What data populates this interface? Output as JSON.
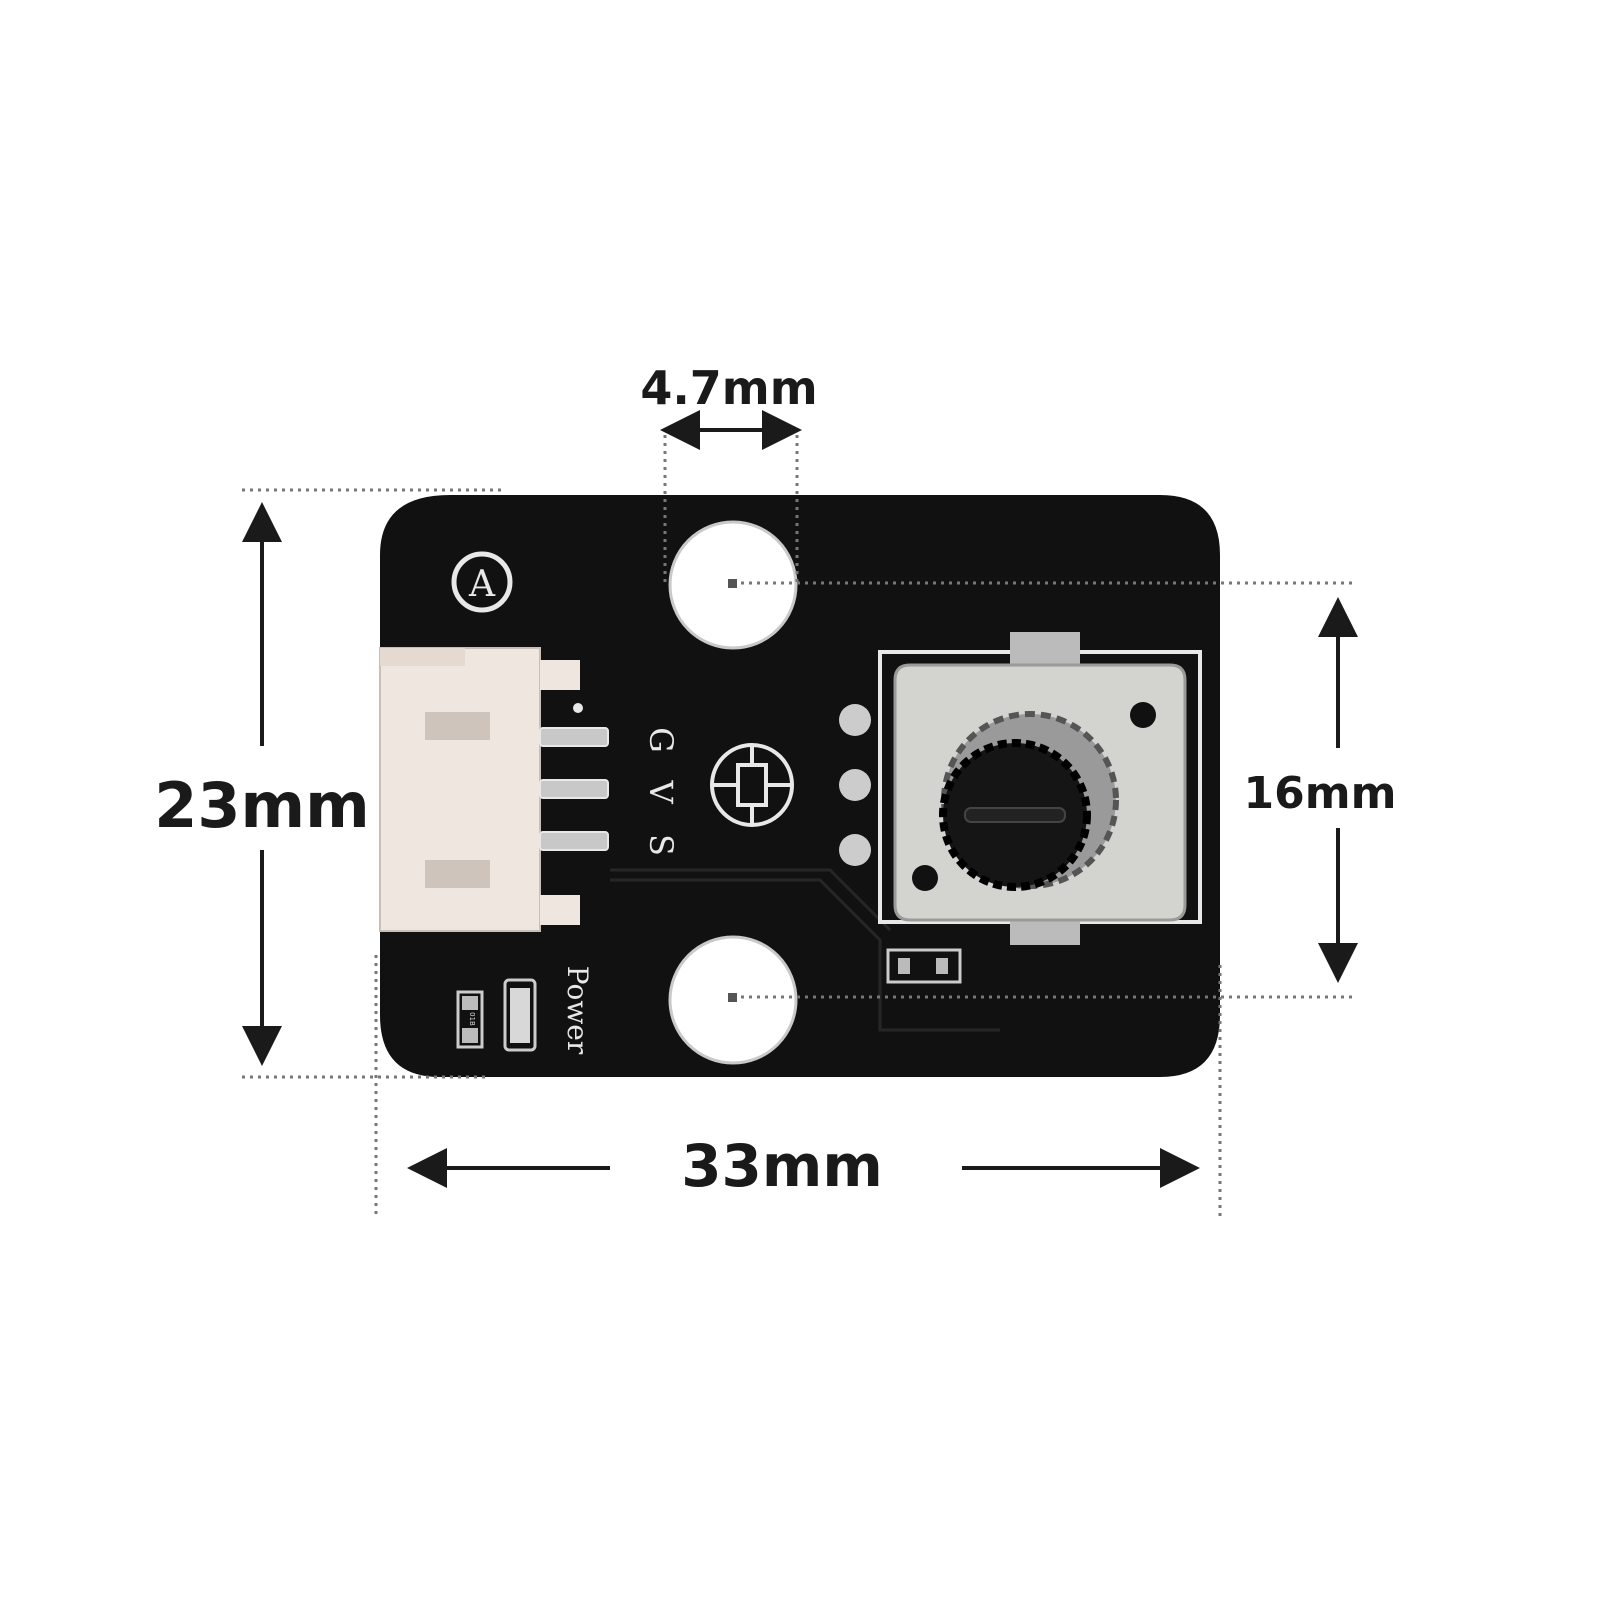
{
  "dimensions": {
    "hole_diameter": "4.7mm",
    "height": "23mm",
    "hole_spacing": "16mm",
    "width": "33mm"
  },
  "board": {
    "label_a": "A",
    "pin_labels": [
      "G",
      "V",
      "S"
    ],
    "power_label": "Power",
    "resistor_marking": "01B"
  },
  "colors": {
    "pcb": "#111111",
    "silkscreen": "#e8e8e8",
    "connector": "#efe6df",
    "metal": "#d0d0cc",
    "dim": "#1a1a1a"
  }
}
